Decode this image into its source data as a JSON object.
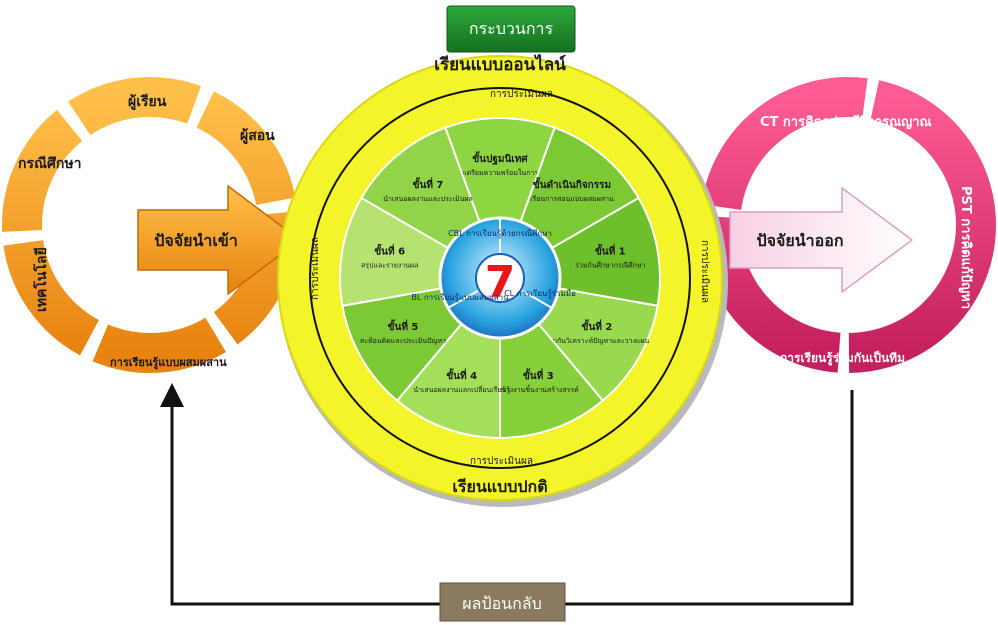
{
  "process_tab": "กระบวนการ",
  "wheel": {
    "top_title": "เรียนแบบออนไลน์",
    "bottom_title": "เรียนแบบปกติ",
    "center_number": "7",
    "evaluation_label": "การประเมินผล",
    "center_ring": {
      "cbl": "CBL การเรียนรู้ด้วยกรณีศึกษา",
      "cl": "CL การเรียนรู้ร่วมมือ",
      "bl": "BL การเรียนรู้แบบผสมผสาน"
    },
    "steps": [
      {
        "title": "ขั้นปฐมนิเทศ",
        "text": "ผู้สอนเตรียมความพร้อมในการเรียน"
      },
      {
        "title": "ขั้นดำเนินกิจกรรม",
        "text": "เรียนการสอนแบบผสมผสาน"
      },
      {
        "title": "ขั้นที่ 1",
        "text": "ร่วมกันศึกษากรณีศึกษา"
      },
      {
        "title": "ขั้นที่ 2",
        "text": "ร่วมกันวิเคราะห์ปัญหาและวางแผน"
      },
      {
        "title": "ขั้นที่ 3",
        "text": "สร้างงานชิ้นงานสร้างสรรค์"
      },
      {
        "title": "ขั้นที่ 4",
        "text": "นำเสนอผลงานแลกเปลี่ยนเรียนรู้"
      },
      {
        "title": "ขั้นที่ 5",
        "text": "สะท้อนคิดและประเมินปัญหา"
      },
      {
        "title": "ขั้นที่ 6",
        "text": "สรุปและรายงานผล"
      },
      {
        "title": "ขั้นที่ 7",
        "text": "นำเสนอผลงานและประเมินผล"
      }
    ]
  },
  "input": {
    "label": "ปัจจัยนำเข้า",
    "segments": [
      "ผู้เรียน",
      "ผู้สอน",
      "การเรียนรู้แบบผสมผสาน",
      "เทคโนโลยี",
      "กรณีศึกษา"
    ]
  },
  "output": {
    "label": "ปัจจัยนำออก",
    "segments": [
      "CT การคิดอย่างมีวิจารณญาณ",
      "PST การคิดแก้ปัญหา",
      "TL การเรียนรู้ร่วมกันเป็นทีม"
    ]
  },
  "feedback": "ผลป้อนกลับ",
  "colors": {
    "yellow": "#f3f42a",
    "green": "#7ccf2e",
    "orange": "#f5a11b",
    "pink": "#e33a79",
    "blue": "#2f6fd0",
    "tab_green": "#1e8b2b"
  }
}
